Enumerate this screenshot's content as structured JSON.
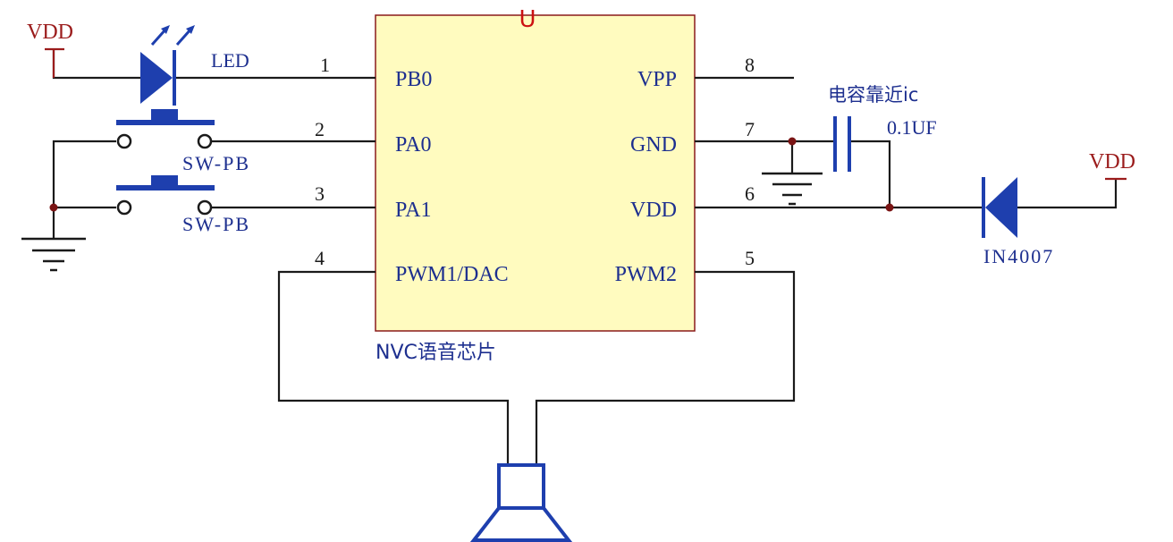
{
  "chip": {
    "label": "NVC语音芯片",
    "ref_mark": "U",
    "left_pins": [
      {
        "number": "1",
        "name": "PB0"
      },
      {
        "number": "2",
        "name": "PA0"
      },
      {
        "number": "3",
        "name": "PA1"
      },
      {
        "number": "4",
        "name": "PWM1/DAC"
      }
    ],
    "right_pins": [
      {
        "number": "8",
        "name": "VPP"
      },
      {
        "number": "7",
        "name": "GND"
      },
      {
        "number": "6",
        "name": "VDD"
      },
      {
        "number": "5",
        "name": "PWM2"
      }
    ]
  },
  "components": {
    "vdd_left": "VDD",
    "led": "LED",
    "switch_1": "SW-PB",
    "switch_2": "SW-PB",
    "capacitor_note": "电容靠近ic",
    "capacitor_value": "0.1UF",
    "diode": "IN4007",
    "vdd_right": "VDD"
  },
  "colors": {
    "wire": "#1a1a1a",
    "chip_fill": "#fffbbf",
    "chip_border": "#8a1a1a",
    "text_blue": "#1d2f8f",
    "power_red": "#9b1c1c",
    "component_blue": "#1e3fae"
  }
}
